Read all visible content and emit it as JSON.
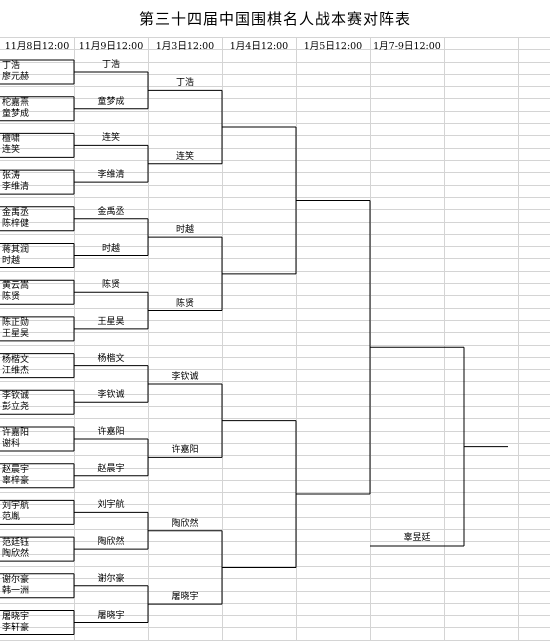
{
  "title": "第三十四届中国围棋名人战本赛对阵表",
  "rounds": [
    "11月8日12:00",
    "11月9日12:00",
    "1月3日12:00",
    "1月4日12:00",
    "1月5日12:00",
    "1月7-9日12:00"
  ],
  "round1_pairs": [
    [
      "丁浩",
      "廖元赫"
    ],
    [
      "柁嘉熹",
      "童梦成"
    ],
    [
      "檀啸",
      "连笑"
    ],
    [
      "张涛",
      "李维清"
    ],
    [
      "金禹丞",
      "陈梓健"
    ],
    [
      "蒋其润",
      "时越"
    ],
    [
      "黄云嵩",
      "陈贤"
    ],
    [
      "陈正勋",
      "王星昊"
    ],
    [
      "杨楷文",
      "江维杰"
    ],
    [
      "李钦诚",
      "彭立尧"
    ],
    [
      "许嘉阳",
      "谢科"
    ],
    [
      "赵晨宇",
      "辜梓豪"
    ],
    [
      "刘宇航",
      "范胤"
    ],
    [
      "范廷钰",
      "陶欣然"
    ],
    [
      "谢尔豪",
      "韩一洲"
    ],
    [
      "屠晓宇",
      "李轩豪"
    ]
  ],
  "round2_winners": [
    "丁浩",
    "童梦成",
    "连笑",
    "李维清",
    "金禹丞",
    "时越",
    "陈贤",
    "王星昊",
    "杨楷文",
    "李钦诚",
    "许嘉阳",
    "赵晨宇",
    "刘宇航",
    "陶欣然",
    "谢尔豪",
    "屠晓宇"
  ],
  "round3_winners": [
    "丁浩",
    "连笑",
    "时越",
    "陈贤",
    "李钦诚",
    "许嘉阳",
    "陶欣然",
    "屠晓宇"
  ],
  "round5_winner": "辜昱廷"
}
